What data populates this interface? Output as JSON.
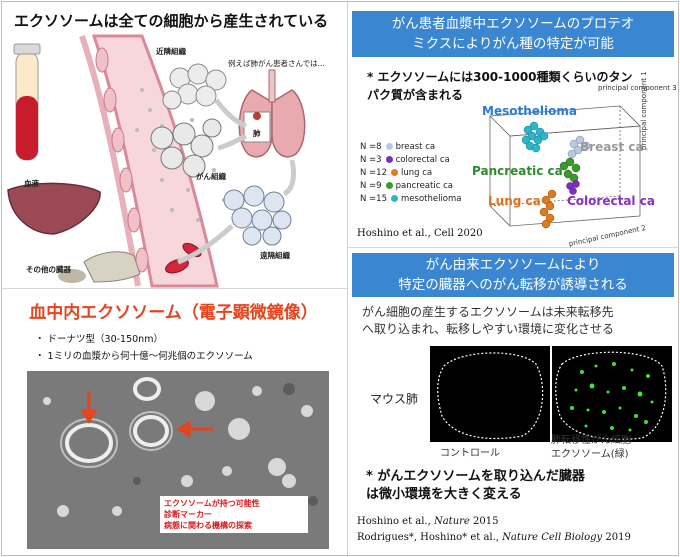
{
  "q1": {
    "title": "エクソソームは全ての細胞から産生されている",
    "labels": {
      "adjacent_tissue": "近隣組織",
      "example_note": "例えば肺がん患者さんでは...",
      "lung": "肺",
      "cancer_tissue": "がん組織",
      "blood": "血液",
      "distant_tissue": "遠隔組織",
      "other_organs": "その他の臓器"
    }
  },
  "q2": {
    "title_line1": "がん患者血漿中エクソソームのプロテオ",
    "title_line2": "ミクスによりがん種の特定が可能",
    "subtitle_line1": "* エクソソームには300-1000種類くらいのタン",
    "subtitle_line2": "パク質が含まれる",
    "legend": [
      {
        "n": "N =8",
        "name": "breast ca",
        "color": "#b9c8e0"
      },
      {
        "n": "N =3",
        "name": "colorectal ca",
        "color": "#7b2fc0"
      },
      {
        "n": "N =12",
        "name": "lung ca",
        "color": "#e07a1f"
      },
      {
        "n": "N =9",
        "name": "pancreatic ca",
        "color": "#3b9a2c"
      },
      {
        "n": "N =15",
        "name": "mesothelioma",
        "color": "#2bb6c9"
      }
    ],
    "cluster_labels": {
      "mesothelioma": "Mesothelioma",
      "breast": "Breast ca",
      "pancreatic": "Pancreatic ca",
      "lung": "Lung ca",
      "colorectal": "Colorectal ca"
    },
    "colors": {
      "mesothelioma": "#2a7ad6",
      "breast": "#9a9a9a",
      "pancreatic": "#2e8b2e",
      "lung": "#e0701a",
      "colorectal": "#8a2ec8"
    },
    "axis_labels": {
      "pc1": "principal component 1",
      "pc2": "principal component 2",
      "pc3": "principal component 3"
    },
    "citation": "Hoshino et al., Cell 2020"
  },
  "q3": {
    "title": "血中内エクソソーム（電子顕微鏡像）",
    "bullets": [
      "・ ドーナツ型（30-150nm）",
      "・ 1ミリの血漿から何十億～何兆個のエクソソーム"
    ],
    "caption": [
      "エクソソームが持つ可能性",
      "診断マーカー",
      "病態に関わる機構の探索"
    ]
  },
  "q4": {
    "title_line1": "がん由来エクソソームにより",
    "title_line2": "特定の臓器へのがん転移が誘導される",
    "body_line1": "がん細胞の産生するエクソソームは未来転移先",
    "body_line2": "へ取り込まれ、転移しやすい環境に変化させる",
    "mouse_lung": "マウス肺",
    "control": "コントロール",
    "metastatic_line1": "肺転移性がん細胞",
    "metastatic_line2": "エクソソーム(緑)",
    "note_line1": "* がんエクソソームを取り込んだ臓器",
    "note_line2": "は微小環境を大きく変える",
    "citation1_authors": "Hoshino et al., ",
    "citation1_journal": "Nature",
    "citation1_year": " 2015",
    "citation2_authors": "Rodrigues*, Hoshino* et al., ",
    "citation2_journal": "Nature Cell Biology",
    "citation2_year": " 2019"
  }
}
